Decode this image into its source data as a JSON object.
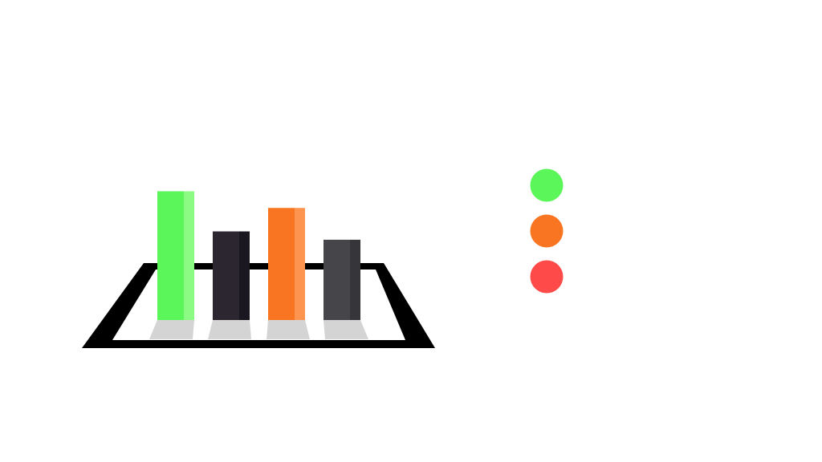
{
  "chart_data": {
    "type": "bar",
    "title": "",
    "xlabel": "",
    "ylabel": "",
    "categories": [
      "",
      "",
      "",
      ""
    ],
    "values": [
      170,
      117,
      148,
      106
    ],
    "ylim": [
      0,
      180
    ],
    "grid": false,
    "bar_colors": [
      {
        "front": "#5bf65a",
        "side": "#8cfb83"
      },
      {
        "front": "#2c2630",
        "side": "#1b1720"
      },
      {
        "front": "#f97521",
        "side": "#fd9450"
      },
      {
        "front": "#464549",
        "side": "#36353a"
      }
    ],
    "frame_color": "#000000",
    "shadow_color": "#d4d4d4",
    "legend": {
      "placement": "right",
      "markers": [
        {
          "color": "#5bf65a"
        },
        {
          "color": "#f97521"
        },
        {
          "color": "#ff4a4a"
        }
      ]
    }
  }
}
